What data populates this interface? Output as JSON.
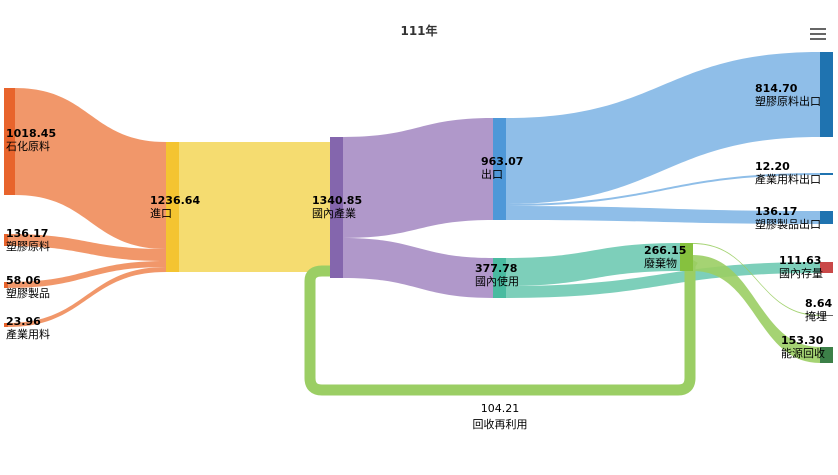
{
  "chart_data": {
    "type": "sankey",
    "title": "111年",
    "nodes": [
      {
        "id": "petro",
        "name": "石化原料",
        "value": "1018.45",
        "color": "#e8642c"
      },
      {
        "id": "resin",
        "name": "塑膠原料",
        "value": "136.17",
        "color": "#e8642c"
      },
      {
        "id": "prod",
        "name": "塑膠製品",
        "value": "58.06",
        "color": "#e8642c"
      },
      {
        "id": "ind",
        "name": "產業用料",
        "value": "23.96",
        "color": "#e8642c"
      },
      {
        "id": "import",
        "name": "進口",
        "value": "1236.64",
        "color": "#f4c431"
      },
      {
        "id": "domestic",
        "name": "國內產業",
        "value": "1340.85",
        "color": "#8466ad"
      },
      {
        "id": "export",
        "name": "出口",
        "value": "963.07",
        "color": "#4e98d8"
      },
      {
        "id": "use",
        "name": "國內使用",
        "value": "377.78",
        "color": "#49bba0"
      },
      {
        "id": "waste",
        "name": "廢棄物",
        "value": "266.15",
        "color": "#86c13e"
      },
      {
        "id": "ex_resin",
        "name": "塑膠原料出口",
        "value": "814.70",
        "color": "#1f73b0"
      },
      {
        "id": "ex_ind",
        "name": "產業用料出口",
        "value": "12.20",
        "color": "#1f73b0"
      },
      {
        "id": "ex_prod",
        "name": "塑膠製品出口",
        "value": "136.17",
        "color": "#1f73b0"
      },
      {
        "id": "stock",
        "name": "國內存量",
        "value": "111.63",
        "color": "#c94848"
      },
      {
        "id": "landfill",
        "name": "掩埋",
        "value": "8.64",
        "color": "#666666"
      },
      {
        "id": "energy",
        "name": "能源回收",
        "value": "153.30",
        "color": "#3c8048"
      }
    ],
    "links": [
      {
        "from": "petro",
        "to": "import",
        "value": 1018.45,
        "color": "#f08c5a"
      },
      {
        "from": "resin",
        "to": "import",
        "value": 136.17,
        "color": "#f08c5a"
      },
      {
        "from": "prod",
        "to": "import",
        "value": 58.06,
        "color": "#f08c5a"
      },
      {
        "from": "ind",
        "to": "import",
        "value": 23.96,
        "color": "#f08c5a"
      },
      {
        "from": "import",
        "to": "domestic",
        "value": 1236.64,
        "color": "#f4d860"
      },
      {
        "from": "domestic",
        "to": "export",
        "value": 963.07,
        "color": "#a78dc4"
      },
      {
        "from": "domestic",
        "to": "use",
        "value": 377.78,
        "color": "#a78dc4"
      },
      {
        "from": "export",
        "to": "ex_resin",
        "value": 814.7,
        "color": "#83b7e6"
      },
      {
        "from": "export",
        "to": "ex_ind",
        "value": 12.2,
        "color": "#83b7e6"
      },
      {
        "from": "export",
        "to": "ex_prod",
        "value": 136.17,
        "color": "#83b7e6"
      },
      {
        "from": "use",
        "to": "waste",
        "value": 266.15,
        "color": "#6fcab3"
      },
      {
        "from": "use",
        "to": "stock",
        "value": 111.63,
        "color": "#6fcab3"
      },
      {
        "from": "waste",
        "to": "landfill",
        "value": 8.64,
        "color": "#9bce64"
      },
      {
        "from": "waste",
        "to": "energy",
        "value": 153.3,
        "color": "#9bce64"
      },
      {
        "from": "waste",
        "to": "domestic",
        "value": 104.21,
        "color": "#9bce64"
      }
    ],
    "recycle_label": "回收再利用",
    "recycle_value": "104.21"
  }
}
